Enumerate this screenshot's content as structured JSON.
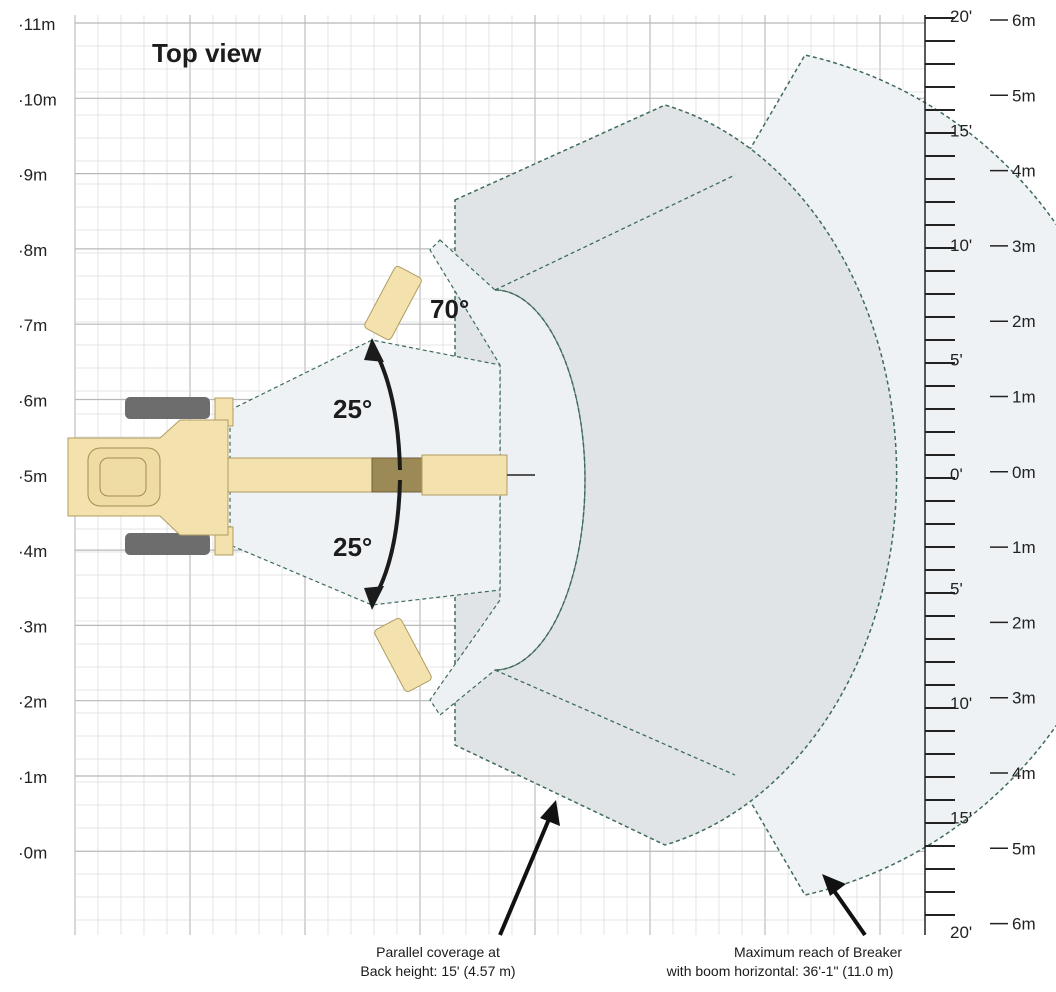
{
  "title": "Top view",
  "left_axis_labels": [
    "·11m",
    "·10m",
    "·9m",
    "·8m",
    "·7m",
    "·6m",
    "·5m",
    "·4m",
    "·3m",
    "·2m",
    "·1m",
    "·0m"
  ],
  "right_meter_labels": [
    "6m",
    "5m",
    "4m",
    "3m",
    "2m",
    "1m",
    "0m",
    "1m",
    "2m",
    "3m",
    "4m",
    "5m",
    "6m"
  ],
  "right_feet_labels": [
    "20'",
    "15'",
    "10'",
    "5'",
    "0'",
    "5'",
    "10'",
    "15'",
    "20'"
  ],
  "angles": {
    "swing_upper": "25°",
    "swing_lower": "25°",
    "boom": "70°"
  },
  "captions": {
    "parallel_line1": "Parallel coverage at",
    "parallel_line2": "Back height: 15' (4.57 m)",
    "reach_line1": "Maximum reach of Breaker",
    "reach_line2": "with boom horizontal: 36'-1\" (11.0 m)"
  },
  "colors": {
    "machine": "#f3e2ae",
    "coverage_fill": "#dfe3e6",
    "reach_fill": "#eef2f5",
    "grid": "#cfcfcf",
    "outline": "#3f6a5c"
  }
}
